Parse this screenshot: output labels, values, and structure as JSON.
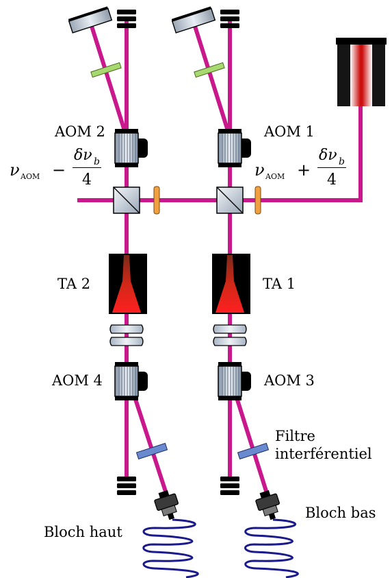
{
  "labels": {
    "aom1": "AOM 1",
    "aom2": "AOM 2",
    "aom3": "AOM 3",
    "aom4": "AOM 4",
    "ta1": "TA 1",
    "ta2": "TA 2",
    "filter_line1": "Filtre",
    "filter_line2": "interférentiel",
    "bloch_top": "Bloch haut",
    "bloch_bottom": "Bloch bas"
  },
  "formula_left": {
    "nu": "ν",
    "sub": "AOM",
    "op": "−",
    "numerator": "δν",
    "numerator_sub": "b",
    "denominator": "4"
  },
  "formula_right": {
    "nu": "ν",
    "sub": "AOM",
    "op": "+",
    "numerator": "δν",
    "numerator_sub": "b",
    "denominator": "4"
  },
  "colors": {
    "beam": "#c8188c",
    "fiber": "#1a1a8c",
    "laser_glow": "#d01818",
    "waveplate": "#f0a040",
    "filter": "#6a8ad0",
    "green_plate": "#a8d870"
  }
}
